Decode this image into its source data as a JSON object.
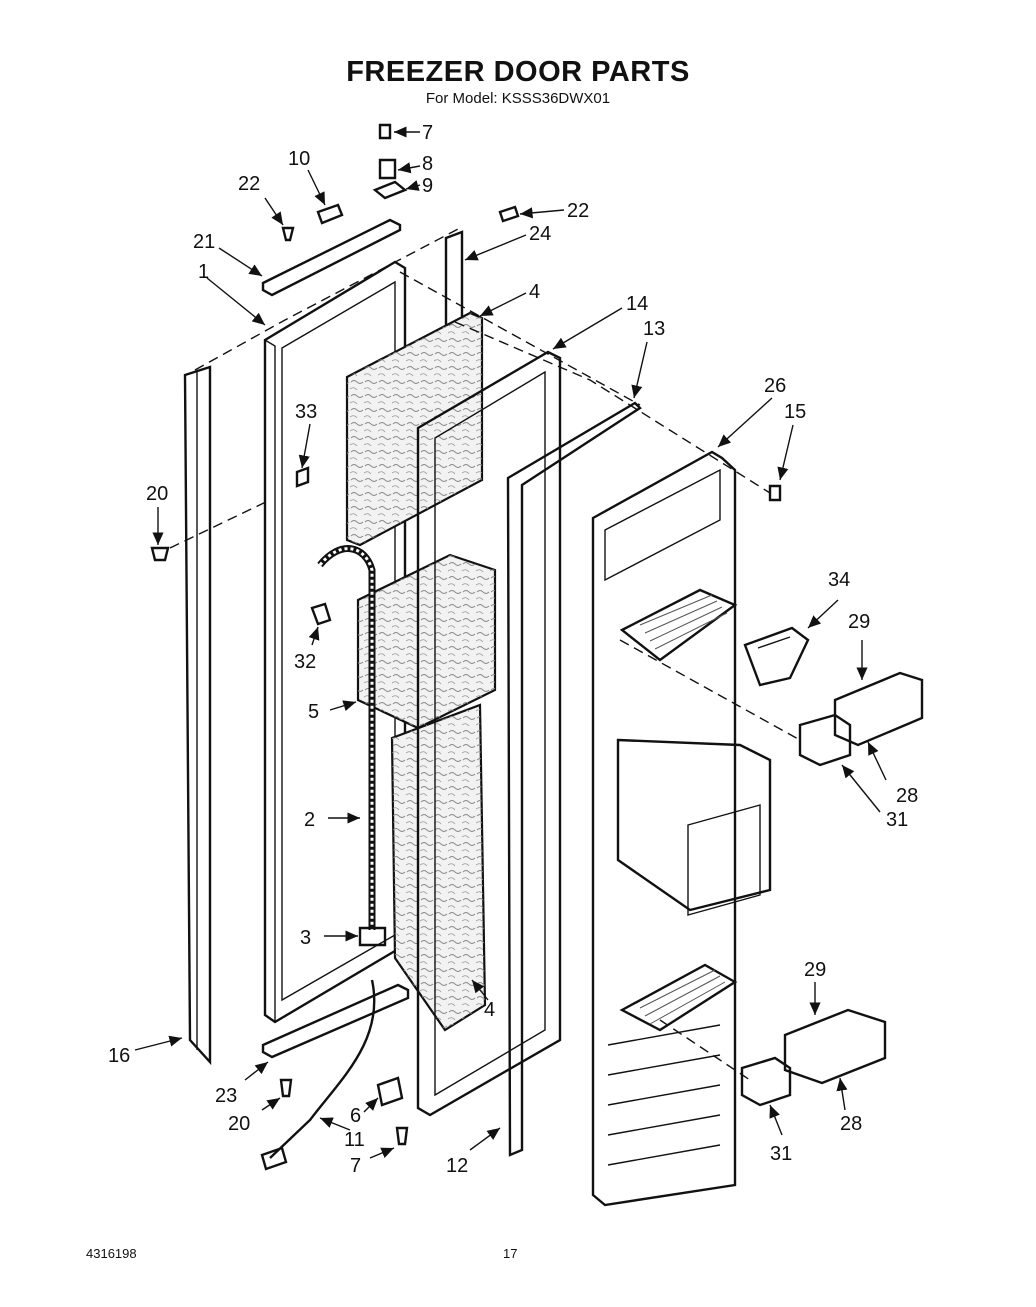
{
  "header": {
    "title": "FREEZER DOOR PARTS",
    "model": "For Model: KSSS36DWX01"
  },
  "footer": {
    "doc_number": "4316198",
    "page_number": "17"
  },
  "callouts": [
    "1",
    "2",
    "3",
    "4",
    "4",
    "5",
    "6",
    "7",
    "7",
    "8",
    "9",
    "10",
    "11",
    "12",
    "13",
    "14",
    "15",
    "16",
    "20",
    "20",
    "21",
    "22",
    "22",
    "23",
    "24",
    "26",
    "28",
    "28",
    "29",
    "29",
    "31",
    "31",
    "32",
    "33",
    "34"
  ]
}
